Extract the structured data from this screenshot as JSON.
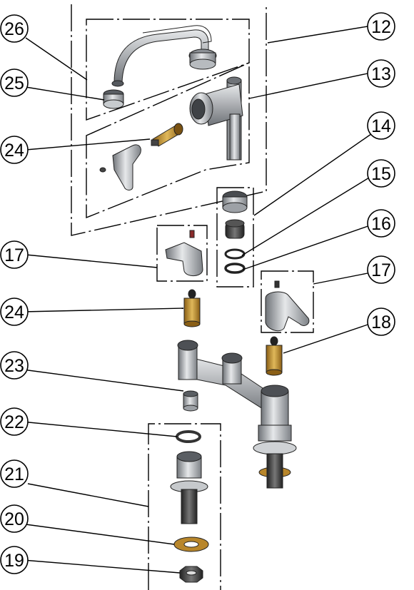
{
  "callouts": [
    {
      "id": "c12",
      "label": "12"
    },
    {
      "id": "c13",
      "label": "13"
    },
    {
      "id": "c14",
      "label": "14"
    },
    {
      "id": "c15",
      "label": "15"
    },
    {
      "id": "c16",
      "label": "16"
    },
    {
      "id": "c17a",
      "label": "17"
    },
    {
      "id": "c17b",
      "label": "17"
    },
    {
      "id": "c18",
      "label": "18"
    },
    {
      "id": "c19",
      "label": "19"
    },
    {
      "id": "c20",
      "label": "20"
    },
    {
      "id": "c21",
      "label": "21"
    },
    {
      "id": "c22",
      "label": "22"
    },
    {
      "id": "c23",
      "label": "23"
    },
    {
      "id": "c24a",
      "label": "24"
    },
    {
      "id": "c24b",
      "label": "24"
    },
    {
      "id": "c25",
      "label": "25"
    },
    {
      "id": "c26",
      "label": "26"
    }
  ],
  "colors": {
    "line": "#000000",
    "metal_dark": "#6f7378",
    "metal_mid": "#a8adb2",
    "metal_light": "#e6e8ea",
    "brass": "#b8862b",
    "brass_light": "#e0b85a",
    "black_part": "#3a3a3a"
  }
}
